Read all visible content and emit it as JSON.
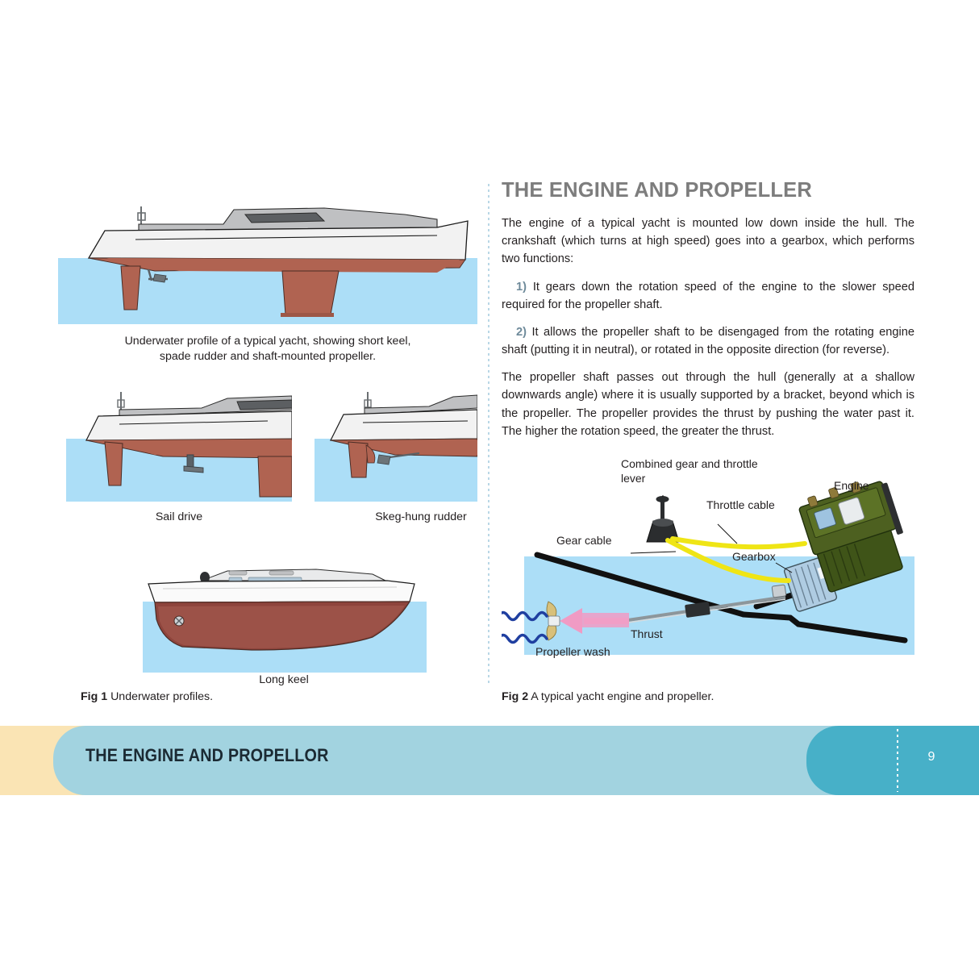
{
  "page": {
    "number": "9"
  },
  "footer": {
    "title": "THE ENGINE AND PROPELLOR",
    "page_number": "9",
    "colors": {
      "cream": "#FAE4B4",
      "light_blue": "#A2D3E0",
      "teal": "#47B0C8",
      "title_text": "#1b2a33"
    }
  },
  "right_column": {
    "heading": "THE ENGINE AND PROPELLER",
    "heading_color": "#7D7D7D",
    "paragraphs": [
      {
        "id": "intro",
        "text": "The engine of a typical yacht is mounted low down inside the hull. The crankshaft (which turns at high speed) goes into a gearbox, which performs two functions:"
      }
    ],
    "list_items": [
      {
        "number": "1)",
        "text": "It gears down the rotation speed of the engine to the slower speed required for the propeller shaft."
      },
      {
        "number": "2)",
        "text": "It allows the propeller shaft to be disengaged from the rotating engine shaft (putting it in neutral), or rotated in the opposite direction (for reverse)."
      }
    ],
    "closing_paragraph": "The propeller shaft passes out through the hull (generally at a shallow downwards angle) where it is usually supported by a bracket, beyond which is the propeller. The propeller provides the thrust by pushing the water past it. The higher the rotation speed, the greater the thrust."
  },
  "figures": {
    "fig1": {
      "label": "Fig 1",
      "caption": "Underwater profiles.",
      "panels": [
        {
          "id": "short-keel-spade-rudder",
          "caption": "Underwater profile of a typical yacht, showing short keel, spade rudder and shaft-mounted propeller."
        },
        {
          "id": "sail-drive",
          "caption": "Sail drive"
        },
        {
          "id": "skeg-hung-rudder",
          "caption": "Skeg-hung rudder"
        },
        {
          "id": "long-keel",
          "caption": "Long keel"
        }
      ]
    },
    "fig2": {
      "label": "Fig 2",
      "caption": "A typical yacht engine and propeller.",
      "labels": [
        {
          "id": "combined-lever",
          "text": "Combined gear and throttle lever"
        },
        {
          "id": "engine",
          "text": "Engine"
        },
        {
          "id": "throttle-cable",
          "text": "Throttle cable"
        },
        {
          "id": "gear-cable",
          "text": "Gear cable"
        },
        {
          "id": "gearbox",
          "text": "Gearbox"
        },
        {
          "id": "thrust",
          "text": "Thrust"
        },
        {
          "id": "propeller-wash",
          "text": "Propeller wash"
        }
      ]
    }
  },
  "palette": {
    "water": "#ACDEF7",
    "antifoul_red": "#B06351",
    "long_keel_red": "#8E443C",
    "hull_white": "#F2F2F2",
    "deck_grey": "#BFC0C2",
    "engine_green": "#4D6020",
    "cable_yellow": "#EFE515",
    "thrust_pink": "#F09BC4",
    "wash_blue": "#1F3FA0"
  }
}
